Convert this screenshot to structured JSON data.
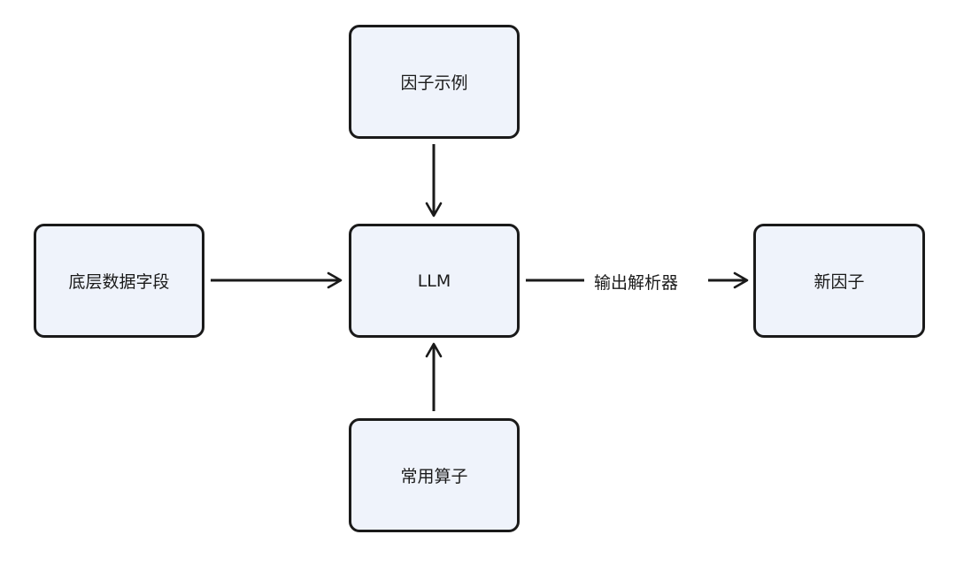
{
  "nodes": {
    "factor_examples": "因子示例",
    "base_fields": "底层数据字段",
    "llm": "LLM",
    "new_factor": "新因子",
    "common_operators": "常用算子"
  },
  "edges": {
    "llm_to_new_factor_label": "输出解析器"
  },
  "colors": {
    "node_fill": "#eff3fb",
    "stroke": "#1a1a1a"
  }
}
